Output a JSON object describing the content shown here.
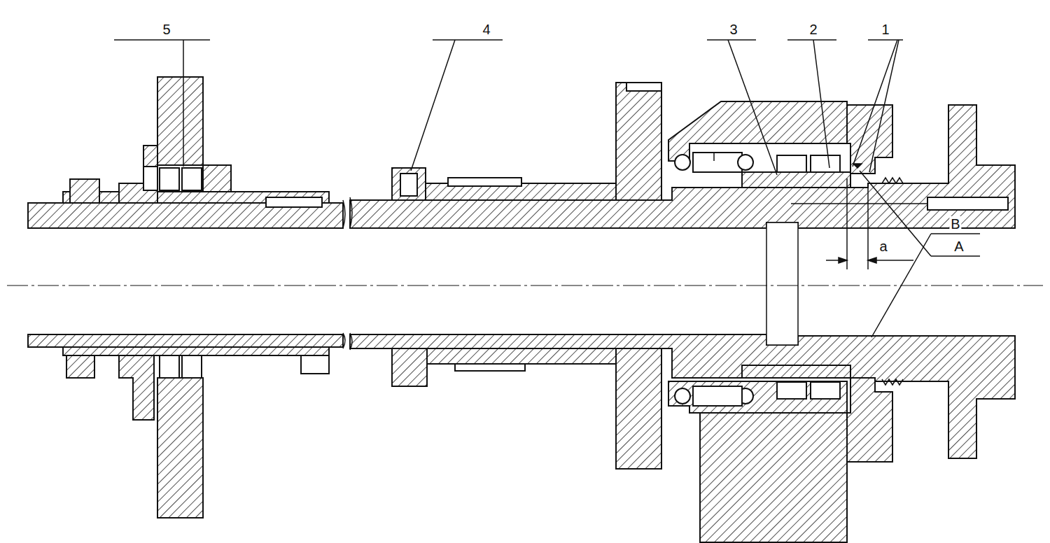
{
  "diagram": {
    "labels": [
      "5",
      "4",
      "3",
      "2",
      "1",
      "A",
      "a",
      "B"
    ]
  }
}
